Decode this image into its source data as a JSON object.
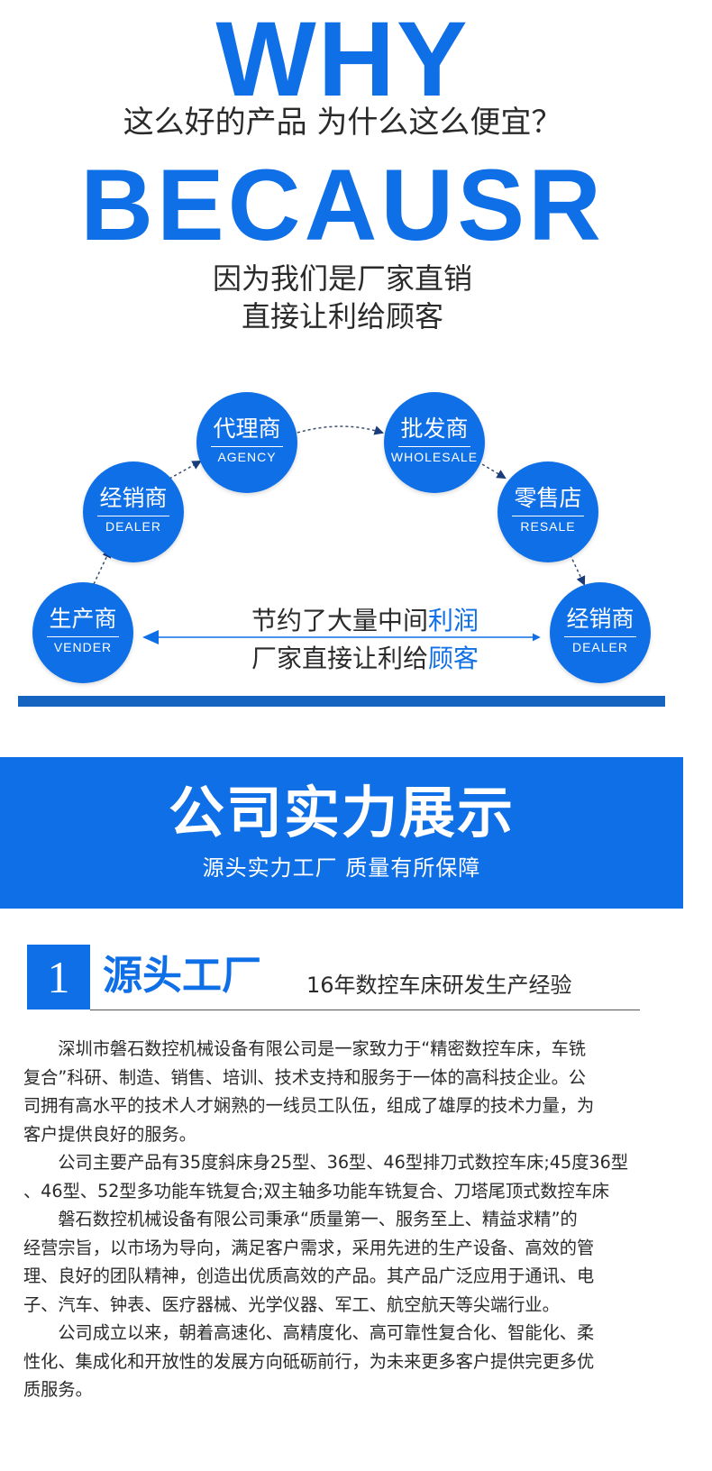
{
  "header": {
    "why": "WHY",
    "question": "这么好的产品 为什么这么便宜？",
    "because": "BECAUSR",
    "reason_line1": "因为我们是厂家直销",
    "reason_line2": "直接让利给顾客"
  },
  "flow": {
    "nodes": [
      {
        "cn": "生产商",
        "en": "VENDER"
      },
      {
        "cn": "经销商",
        "en": "DEALER"
      },
      {
        "cn": "代理商",
        "en": "AGENCY"
      },
      {
        "cn": "批发商",
        "en": "WHOLESALE"
      },
      {
        "cn": "零售店",
        "en": "RESALE"
      },
      {
        "cn": "经销商",
        "en": "DEALER"
      }
    ],
    "middle_line1_prefix": "节约了大量中间",
    "middle_line1_highlight": "利润",
    "middle_line2_prefix": "厂家直接让利给",
    "middle_line2_highlight": "顾客"
  },
  "banner": {
    "title": "公司实力展示",
    "subtitle": "源头实力工厂  质量有所保障"
  },
  "section1": {
    "number": "1",
    "title": "源头工厂",
    "subtitle": "16年数控车床研发生产经验",
    "lines": [
      "　　深圳市磐石数控机械设备有限公司是一家致力于“精密数控车床，车铣",
      "复合”科研、制造、销售、培训、技术支持和服务于一体的高科技企业。公",
      "司拥有高水平的技术人才娴熟的一线员工队伍，组成了雄厚的技术力量，为",
      "客户提供良好的服务。",
      "　　公司主要产品有35度斜床身25型、36型、46型排刀式数控车床;45度36型",
      "、46型、52型多功能车铣复合;双主轴多功能车铣复合、刀塔尾顶式数控车床",
      "　　磐石数控机械设备有限公司秉承“质量第一、服务至上、精益求精”的",
      "经营宗旨，以市场为导向，满足客户需求，采用先进的生产设备、高效的管",
      "理、良好的团队精神，创造出优质高效的产品。其产品广泛应用于通讯、电",
      "子、汽车、钟表、医疗器械、光学仪器、军工、航空航天等尖端行业。",
      "　　公司成立以来，朝着高速化、高精度化、高可靠性复合化、智能化、柔",
      "性化、集成化和开放性的发展方向砥砺前行，为未来更多客户提供完更多优",
      "质服务。"
    ]
  },
  "colors": {
    "accent": "#0f6fe6",
    "divider": "#1565c0",
    "text": "#2a2a2a"
  }
}
